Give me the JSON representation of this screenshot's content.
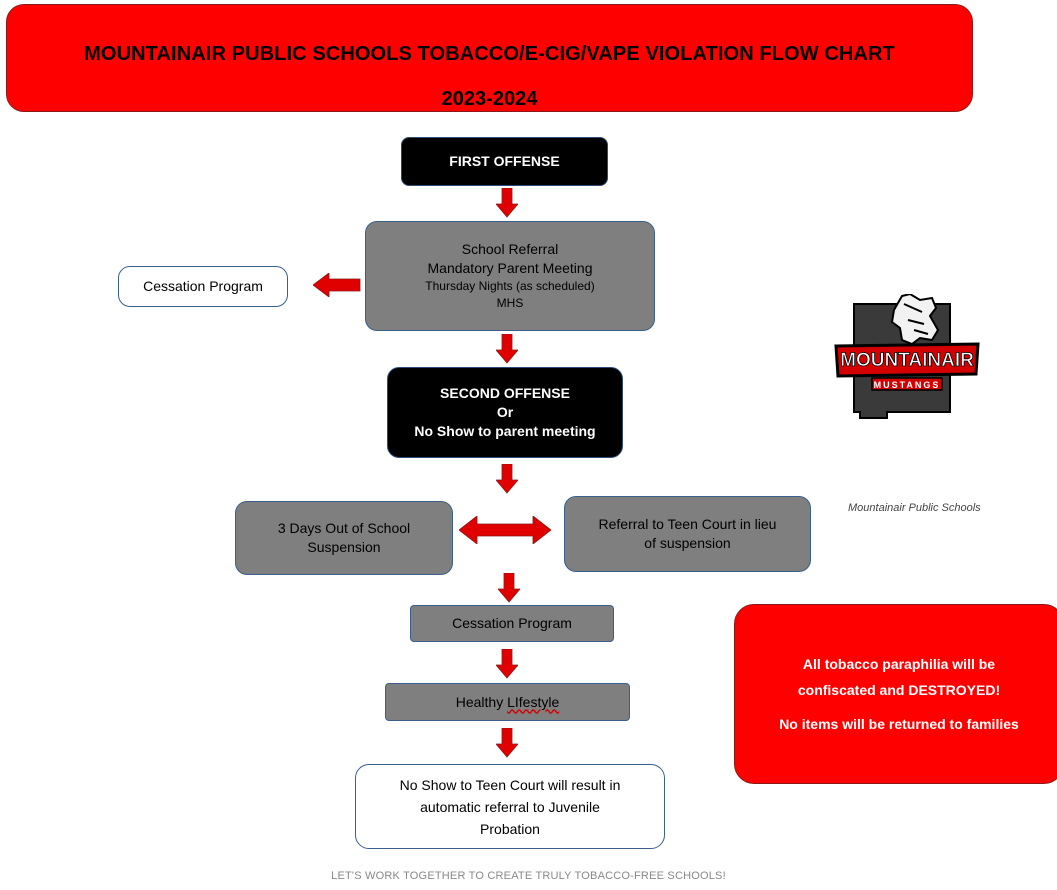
{
  "header": {
    "title": "MOUNTAINAIR PUBLIC SCHOOLS TOBACCO/E-CIG/VAPE VIOLATION FLOW CHART",
    "year": "2023-2024"
  },
  "flow": {
    "first_offense": "FIRST OFFENSE",
    "school_referral": {
      "line1": "School Referral",
      "line2": "Mandatory Parent Meeting",
      "line3": "Thursday Nights (as scheduled)",
      "line4": "MHS"
    },
    "cessation_side": "Cessation Program",
    "second_offense": {
      "line1": "SECOND OFFENSE",
      "line2": "Or",
      "line3": "No Show to parent meeting"
    },
    "suspension": {
      "line1": "3 Days Out of School",
      "line2": "Suspension"
    },
    "teen_court": {
      "line1": "Referral to Teen Court in lieu",
      "line2": "of suspension"
    },
    "cessation_main": "Cessation Program",
    "healthy": {
      "word1": "Healthy",
      "word2": "LIfestyle"
    },
    "no_show": {
      "line1": "No Show to Teen Court will result in",
      "line2": "automatic referral to Juvenile",
      "line3": "Probation"
    }
  },
  "notice": {
    "line1": "All tobacco paraphilia will be",
    "line2": "confiscated and DESTROYED!",
    "line3": "No items will be returned to families"
  },
  "logo": {
    "text": "MOUNTAINAIR",
    "subtext": "MUSTANGS",
    "caption": "Mountainair Public Schools"
  },
  "footer": "LET'S WORK TOGETHER TO CREATE TRULY TOBACCO-FREE SCHOOLS!",
  "colors": {
    "red": "#ff0000",
    "grey_box": "#7f7f7f",
    "black_box": "#000000",
    "arrow": "#e00000",
    "border_blue": "#3a5f8d"
  }
}
